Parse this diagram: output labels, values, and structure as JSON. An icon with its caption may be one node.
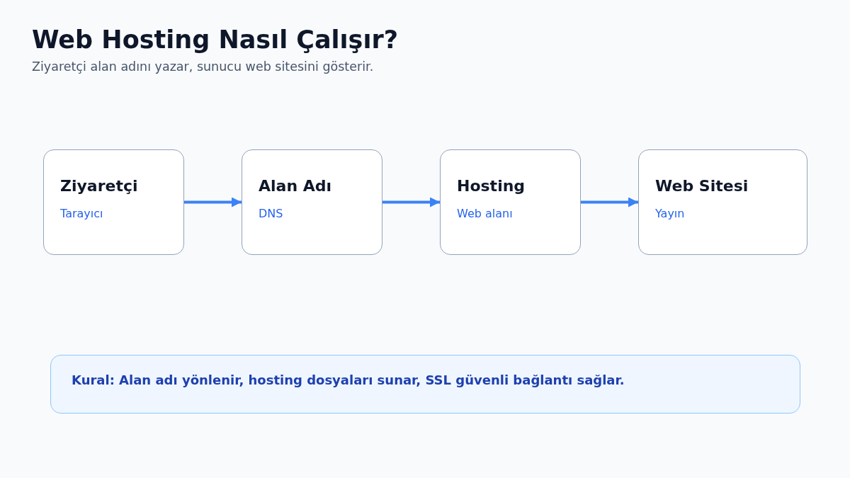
{
  "diagram": {
    "title": "Web Hosting Nasıl Çalışır?",
    "nodes": [
      {
        "text": [
          "Ziyaretçi",
          "Tarayıcı"
        ]
      },
      {
        "text": [
          "Alan Adı",
          "DNS"
        ]
      },
      {
        "text": [
          "Hosting",
          "Web alanı"
        ]
      },
      {
        "text": [
          "Web Sitesi",
          "Yayın"
        ]
      },
      {
        "text": [
          "Kural: Alan adı yönlenir, hosting dosyaları sunar, SSL güvenli bağlantı sağlar."
        ]
      }
    ],
    "edges": [
      {
        "from": 0,
        "to": 1,
        "arrow": "to"
      },
      {
        "from": 1,
        "to": 2,
        "arrow": "to"
      },
      {
        "from": 2,
        "to": 3,
        "arrow": "to"
      }
    ],
    "labels": [
      "Ziyaretçi alan adını yazar, sunucu web sitesini gösterir."
    ]
  }
}
